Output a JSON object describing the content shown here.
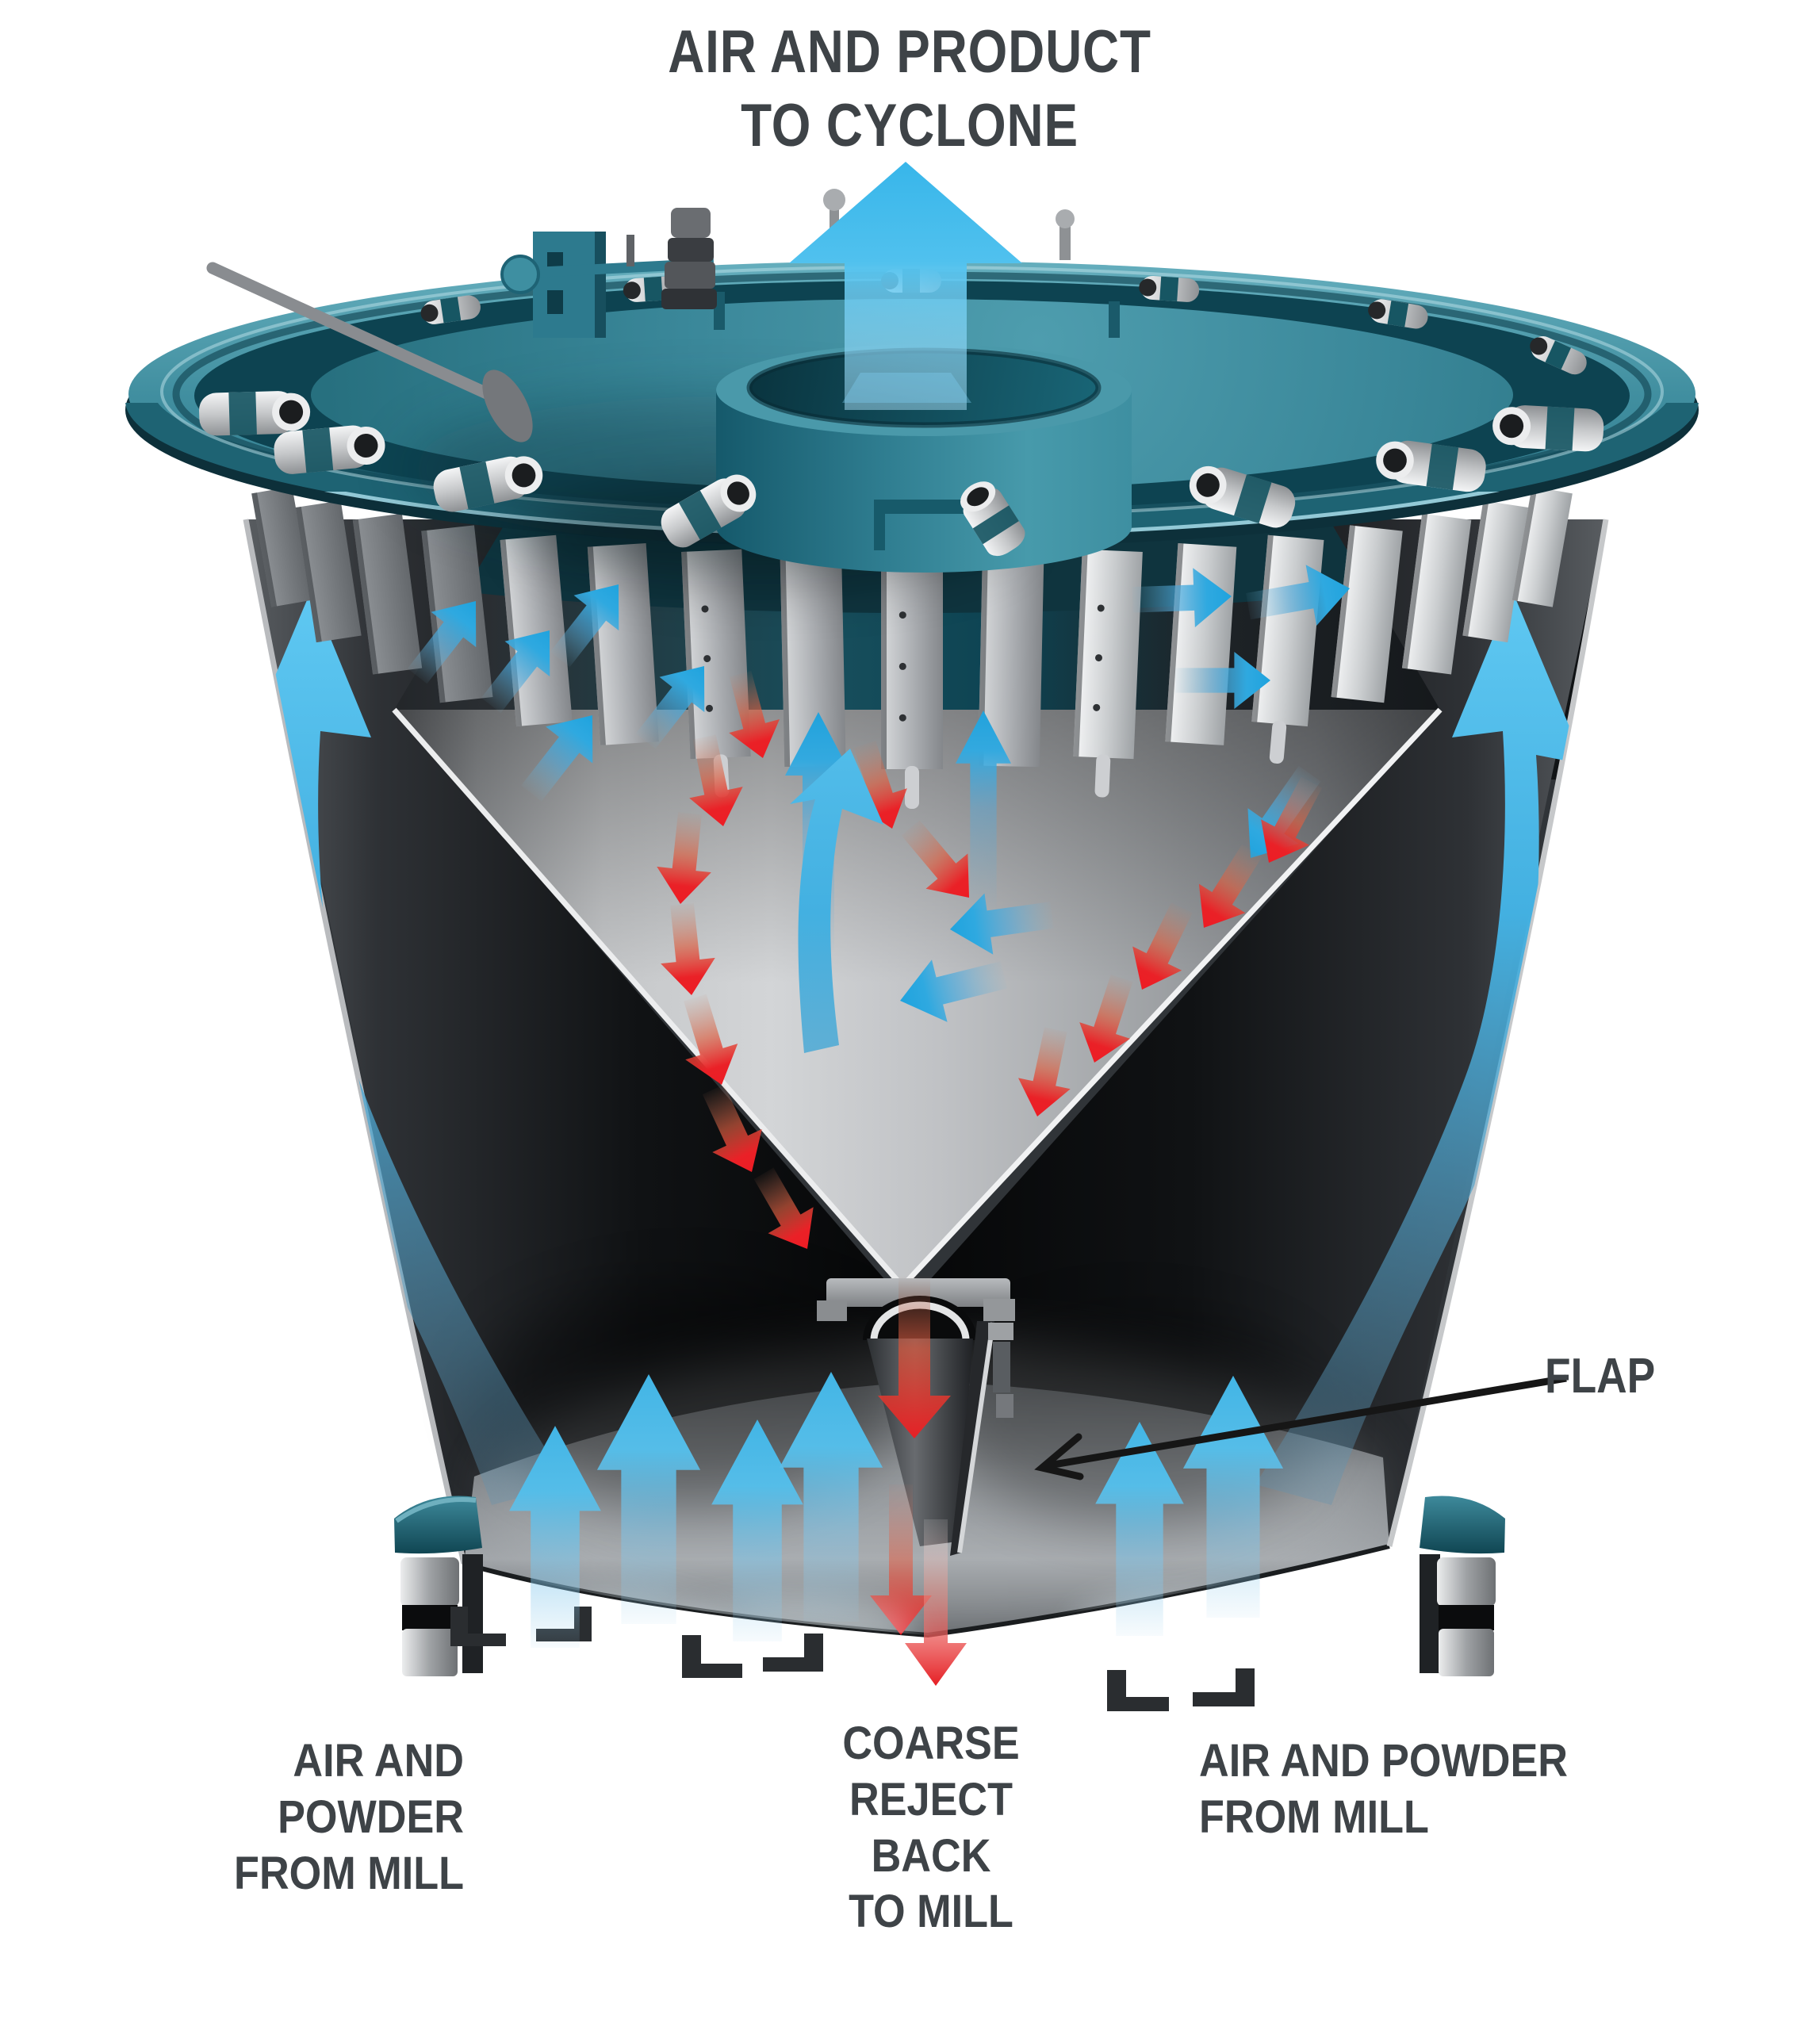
{
  "title": {
    "text": "AIR AND PRODUCT\nTO CYCLONE"
  },
  "labels": {
    "flap": "FLAP",
    "bottom_left": "AIR AND POWDER\nFROM MILL",
    "bottom_center": "COARSE\nREJECT\nBACK\nTO MILL",
    "bottom_right": "AIR AND POWDER\nFROM MILL"
  },
  "colors": {
    "background": "#FFFFFF",
    "text": "#3E4347",
    "air_flow_blue": "#29ABE2",
    "air_flow_light": "#7FD0F0",
    "coarse_reject_red": "#ED1C24",
    "lid_teal": "#3E8FA1",
    "lid_teal_dark": "#14505F",
    "shell_dark": "#17191C",
    "cone_gray": "#C2C4C7",
    "vane_gray": "#E8E9EB",
    "leader_line": "#161616"
  }
}
